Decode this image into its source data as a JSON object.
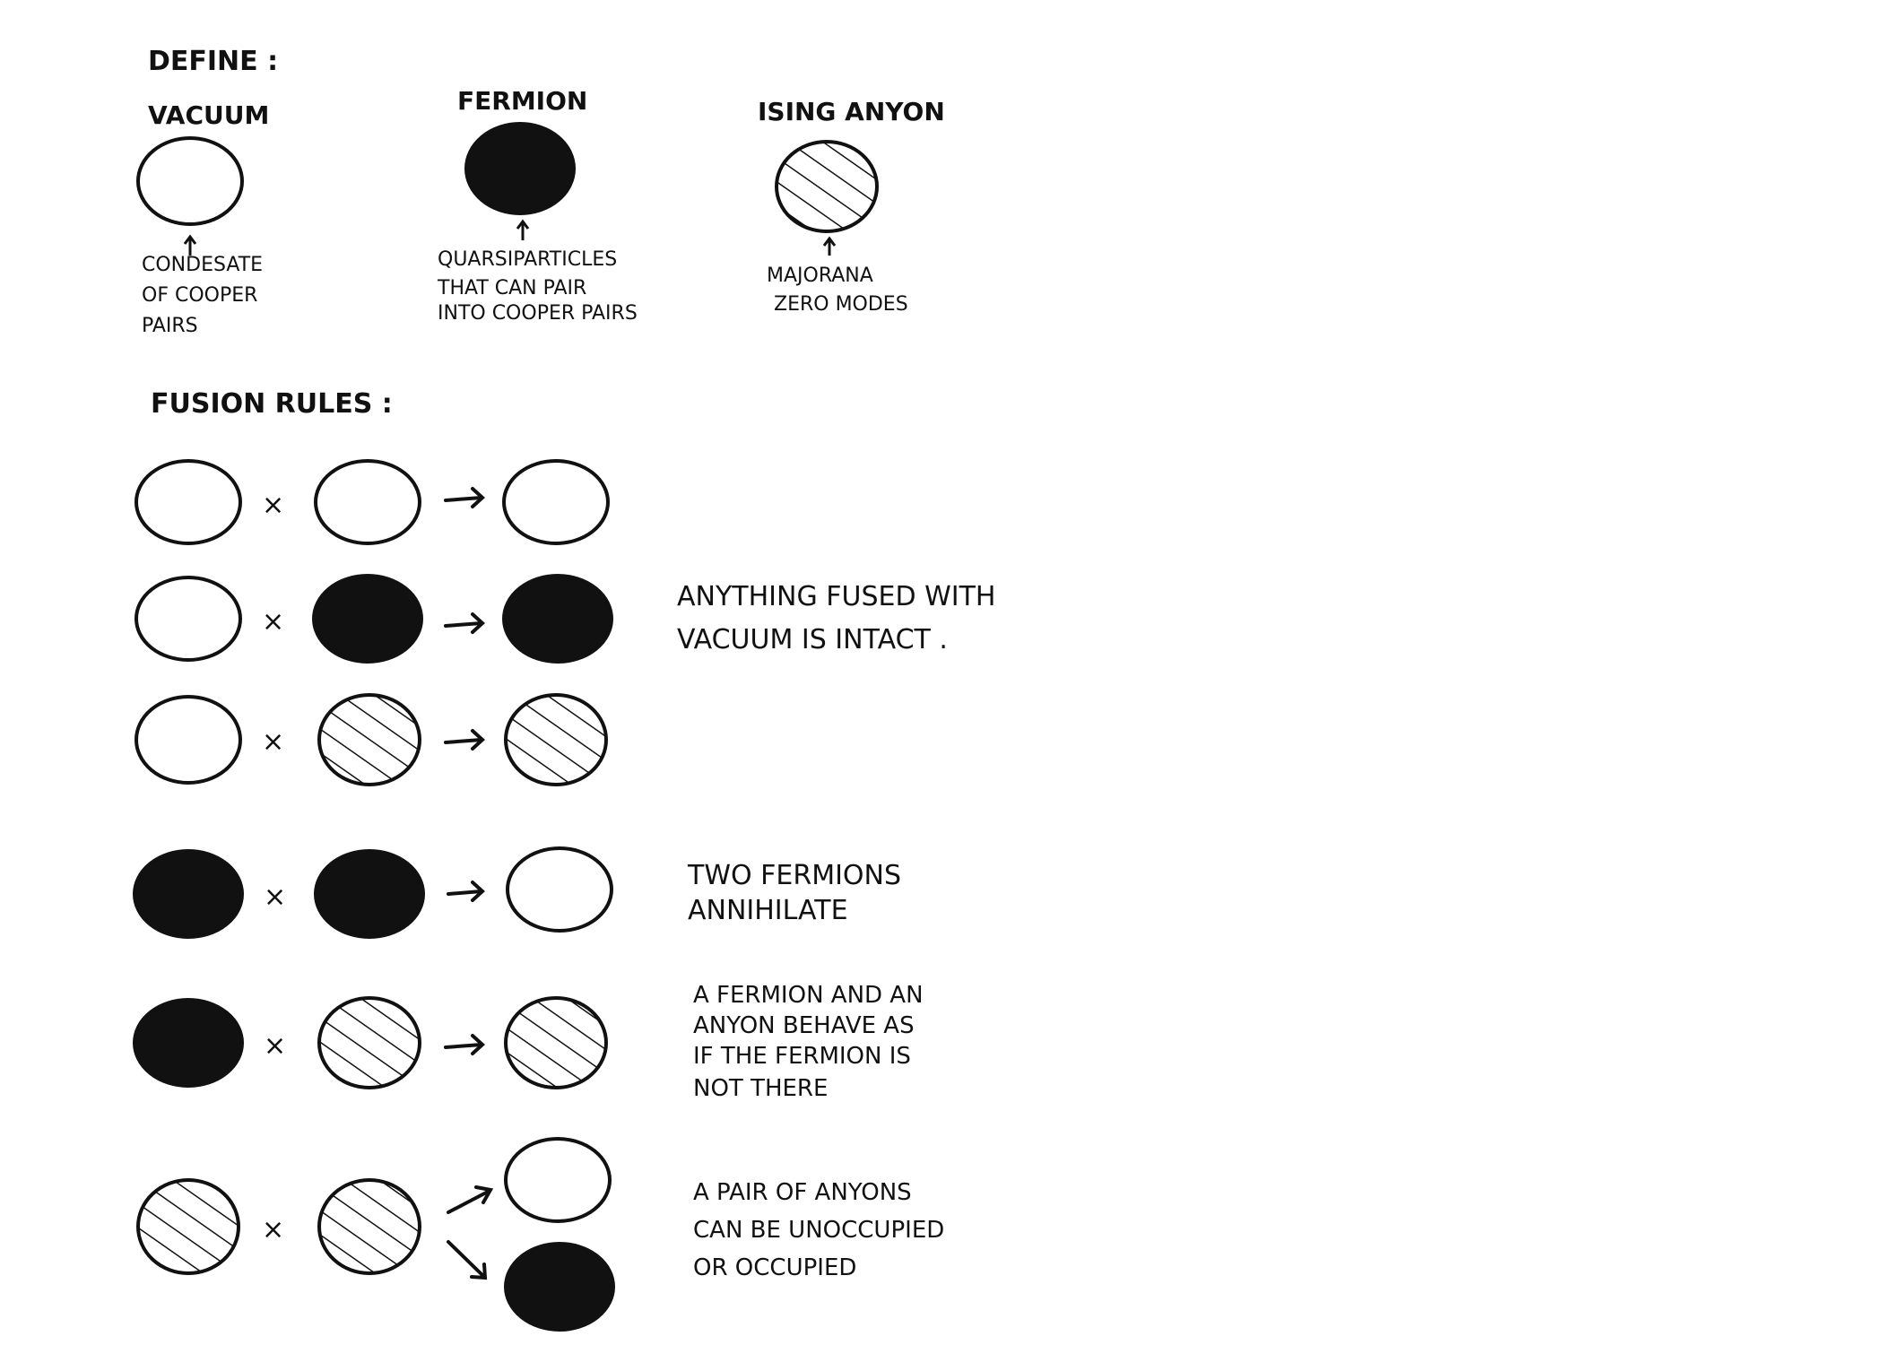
{
  "define": {
    "heading": "DEFINE :",
    "items": [
      {
        "label": "VACUUM",
        "type": "vacuum",
        "caption": [
          "CONDESATE",
          "OF COOPER",
          "PAIRS"
        ]
      },
      {
        "label": "FERMION",
        "type": "fermion",
        "caption": [
          "QUARSIPARTICLES",
          "THAT CAN PAIR",
          "INTO COOPER PAIRS"
        ]
      },
      {
        "label": "ISING ANYON",
        "type": "anyon",
        "caption": [
          "MAJORANA",
          "ZERO MODES"
        ]
      }
    ]
  },
  "fusion": {
    "heading": "FUSION RULES :",
    "operator": "×",
    "rules": [
      {
        "inputs": [
          "vacuum",
          "vacuum"
        ],
        "outputs": [
          "vacuum"
        ],
        "note": []
      },
      {
        "inputs": [
          "vacuum",
          "fermion"
        ],
        "outputs": [
          "fermion"
        ],
        "note": [
          "ANYTHING  FUSED WITH",
          "VACUUM  IS  INTACT ."
        ]
      },
      {
        "inputs": [
          "vacuum",
          "anyon"
        ],
        "outputs": [
          "anyon"
        ],
        "note": []
      },
      {
        "inputs": [
          "fermion",
          "fermion"
        ],
        "outputs": [
          "vacuum"
        ],
        "note": [
          "TWO FERMIONS",
          "ANNIHILATE"
        ]
      },
      {
        "inputs": [
          "fermion",
          "anyon"
        ],
        "outputs": [
          "anyon"
        ],
        "note": [
          "A FERMION AND AN",
          "ANYON BEHAVE AS",
          "IF THE FERMION IS",
          "NOT  THERE"
        ]
      },
      {
        "inputs": [
          "anyon",
          "anyon"
        ],
        "outputs": [
          "vacuum",
          "fermion"
        ],
        "note": [
          "A PAIR OF ANYONS",
          "CAN BE UNOCCUPIED",
          "OR OCCUPIED"
        ]
      }
    ]
  },
  "colors": {
    "ink": "#111111",
    "paper": "#ffffff"
  }
}
